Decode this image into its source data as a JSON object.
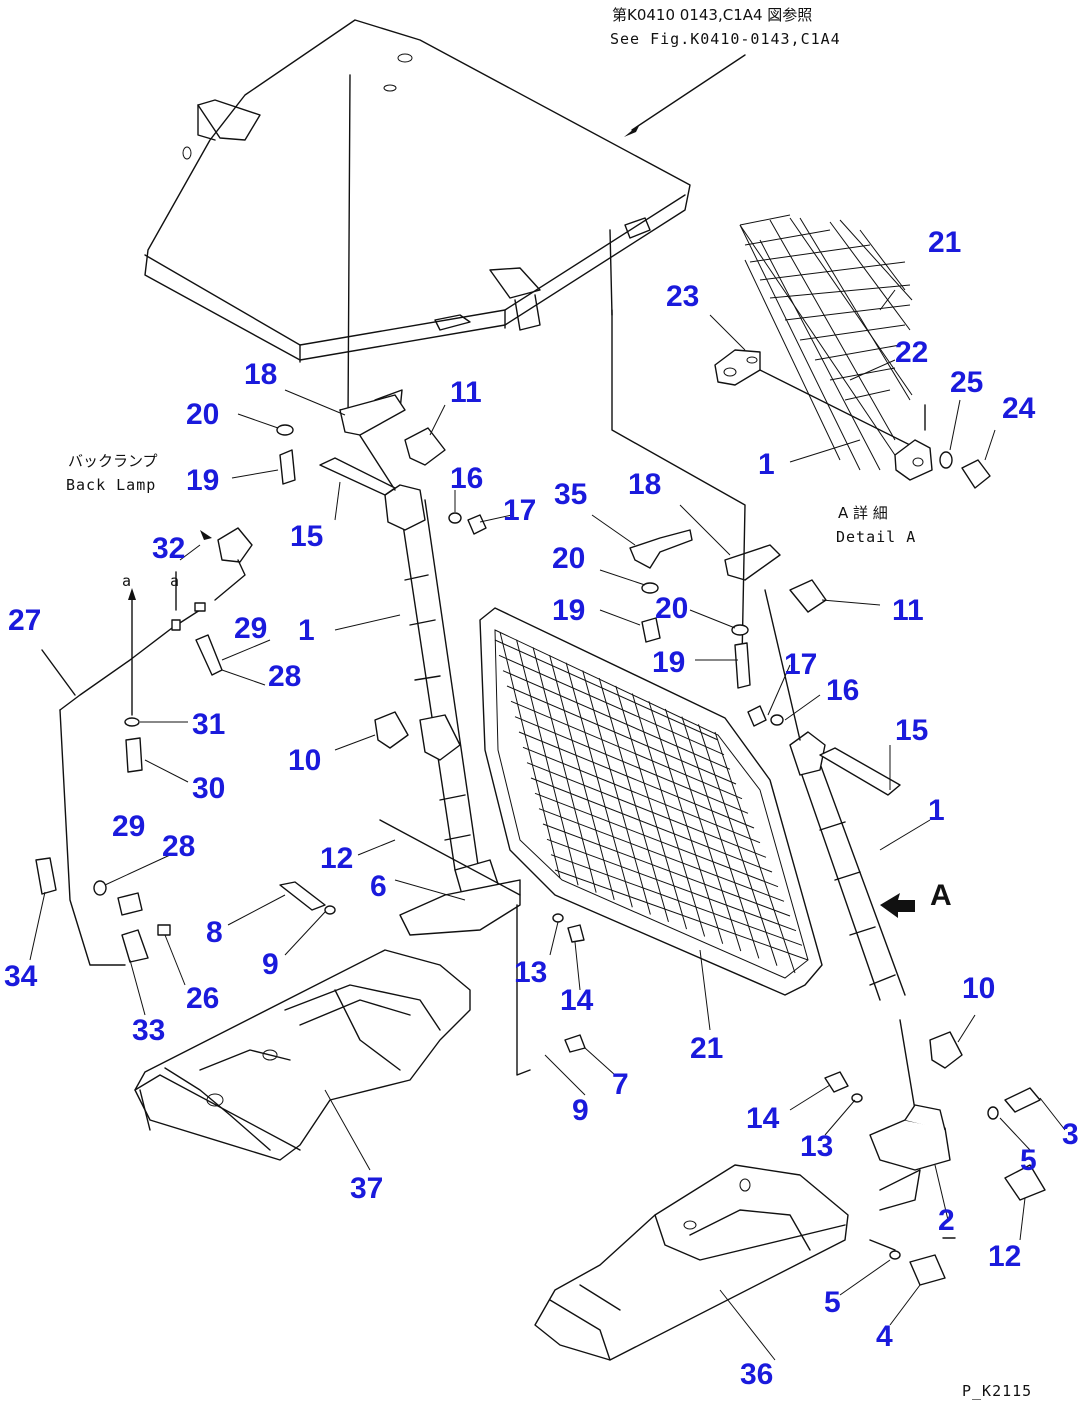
{
  "reference": {
    "jp": "第K0410 0143,C1A4 図参照",
    "en": "See Fig.K0410-0143,C1A4"
  },
  "back_lamp": {
    "jp": "バックランプ",
    "en": "Back Lamp"
  },
  "detail_a": {
    "jp": "A 詳 細",
    "en": "Detail A"
  },
  "view_arrow_label": "A",
  "axis_marks": [
    "a",
    "a"
  ],
  "figure_id": "P_K2115",
  "callouts": [
    "21",
    "23",
    "22",
    "25",
    "24",
    "1",
    "18",
    "11",
    "20",
    "19",
    "16",
    "15",
    "17",
    "35",
    "18",
    "20",
    "19",
    "20",
    "11",
    "19",
    "32",
    "27",
    "29",
    "28",
    "1",
    "31",
    "10",
    "30",
    "17",
    "16",
    "15",
    "1",
    "29",
    "28",
    "12",
    "6",
    "8",
    "9",
    "34",
    "26",
    "33",
    "13",
    "14",
    "21",
    "10",
    "37",
    "7",
    "9",
    "14",
    "13",
    "3",
    "5",
    "2",
    "12",
    "5",
    "4",
    "36"
  ],
  "colors": {
    "callout": "#1a1adc",
    "line": "#111111"
  }
}
